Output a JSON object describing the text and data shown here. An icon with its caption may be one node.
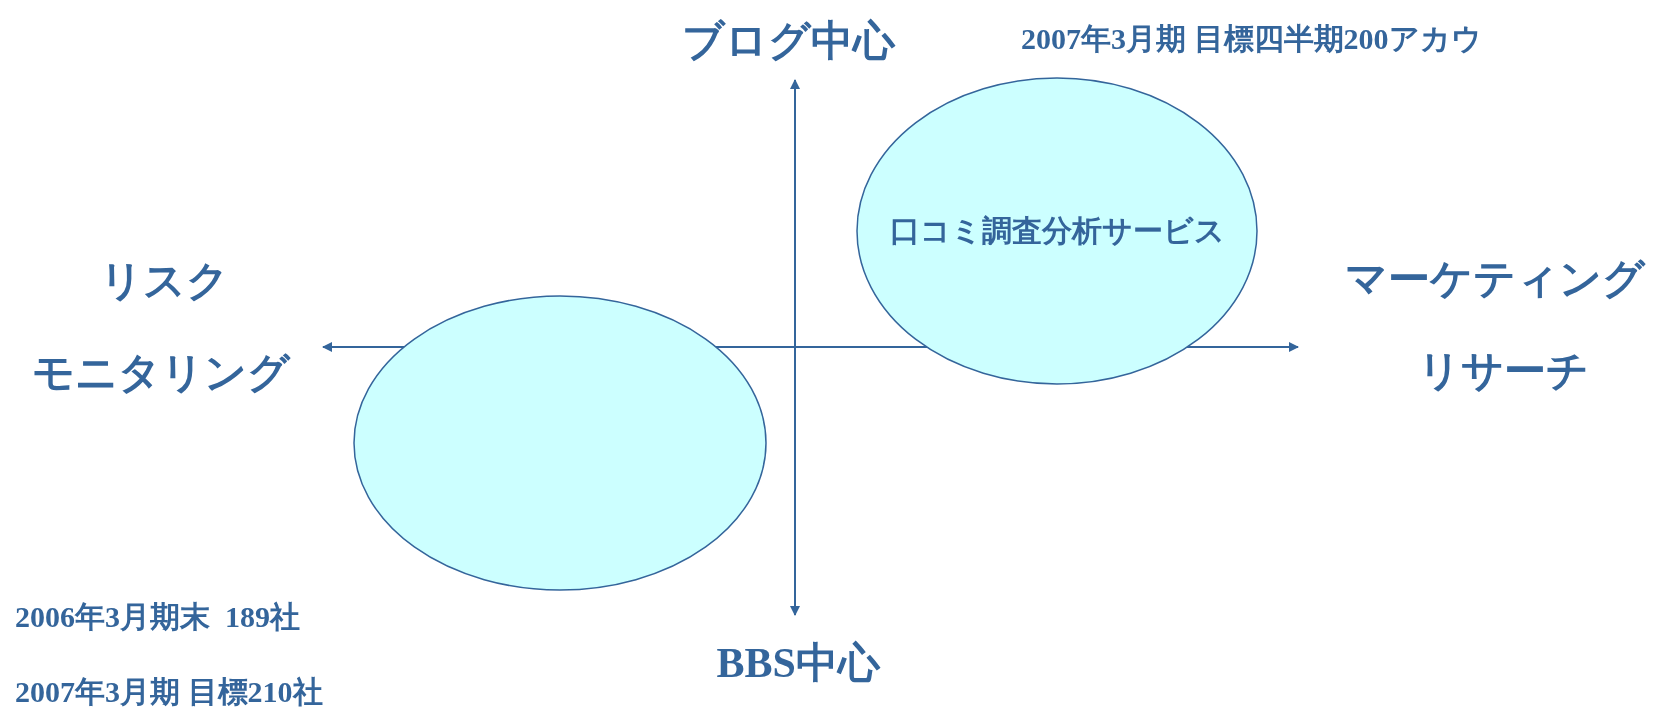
{
  "diagram": {
    "nodes": [
      {
        "text": [
          "口コミ調査分析サービス"
        ]
      },
      {
        "text": [],
        "shape": "ellipse"
      }
    ],
    "labels": [
      "ブログ中心",
      "2007年3月期 目標四半期200アカウ",
      "リスク",
      "マーケティング",
      "モニタリング",
      "リサーチ",
      "2006年3月期末  189社",
      "BBS中心",
      "2007年3月期 目標210社"
    ]
  }
}
